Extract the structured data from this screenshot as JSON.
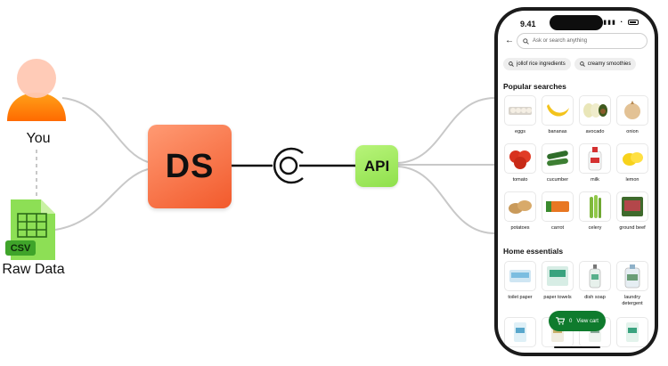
{
  "actors": {
    "you_label": "You",
    "raw_data_label": "Raw Data",
    "csv_badge": "CSV",
    "ds_label": "DS",
    "api_label": "API"
  },
  "colors": {
    "ds_orange": "#f25a2c",
    "api_green": "#9be85a",
    "cart_green": "#0f7b2d",
    "wire": "#c8c8c8"
  },
  "icons": [
    "user-avatar-icon",
    "spreadsheet-icon",
    "connector-ring-icon",
    "back-arrow-icon",
    "search-icon",
    "cart-icon"
  ],
  "phone": {
    "time": "9.41",
    "search_placeholder": "Ask or search anything",
    "chips": [
      "jollof rice ingredients",
      "creamy smoothies"
    ],
    "popular_title": "Popular searches",
    "popular": [
      {
        "label": "eggs",
        "icon": "eggs-icon"
      },
      {
        "label": "bananas",
        "icon": "banana-icon"
      },
      {
        "label": "avocado",
        "icon": "avocado-icon"
      },
      {
        "label": "onion",
        "icon": "onion-icon"
      },
      {
        "label": "tomato",
        "icon": "tomato-icon"
      },
      {
        "label": "cucumber",
        "icon": "cucumber-icon"
      },
      {
        "label": "milk",
        "icon": "milk-icon"
      },
      {
        "label": "lemon",
        "icon": "lemon-icon"
      },
      {
        "label": "potatoes",
        "icon": "potato-icon"
      },
      {
        "label": "carrot",
        "icon": "carrot-icon"
      },
      {
        "label": "celery",
        "icon": "celery-icon"
      },
      {
        "label": "ground beef",
        "icon": "beef-icon"
      }
    ],
    "home_title": "Home essentials",
    "home": [
      {
        "label": "toilet paper",
        "icon": "toilet-paper-icon"
      },
      {
        "label": "paper towels",
        "icon": "paper-towels-icon"
      },
      {
        "label": "dish soap",
        "icon": "dish-soap-icon"
      },
      {
        "label": "laundry detergent",
        "icon": "detergent-icon"
      }
    ],
    "cart_count": "0",
    "view_cart": "View cart"
  }
}
